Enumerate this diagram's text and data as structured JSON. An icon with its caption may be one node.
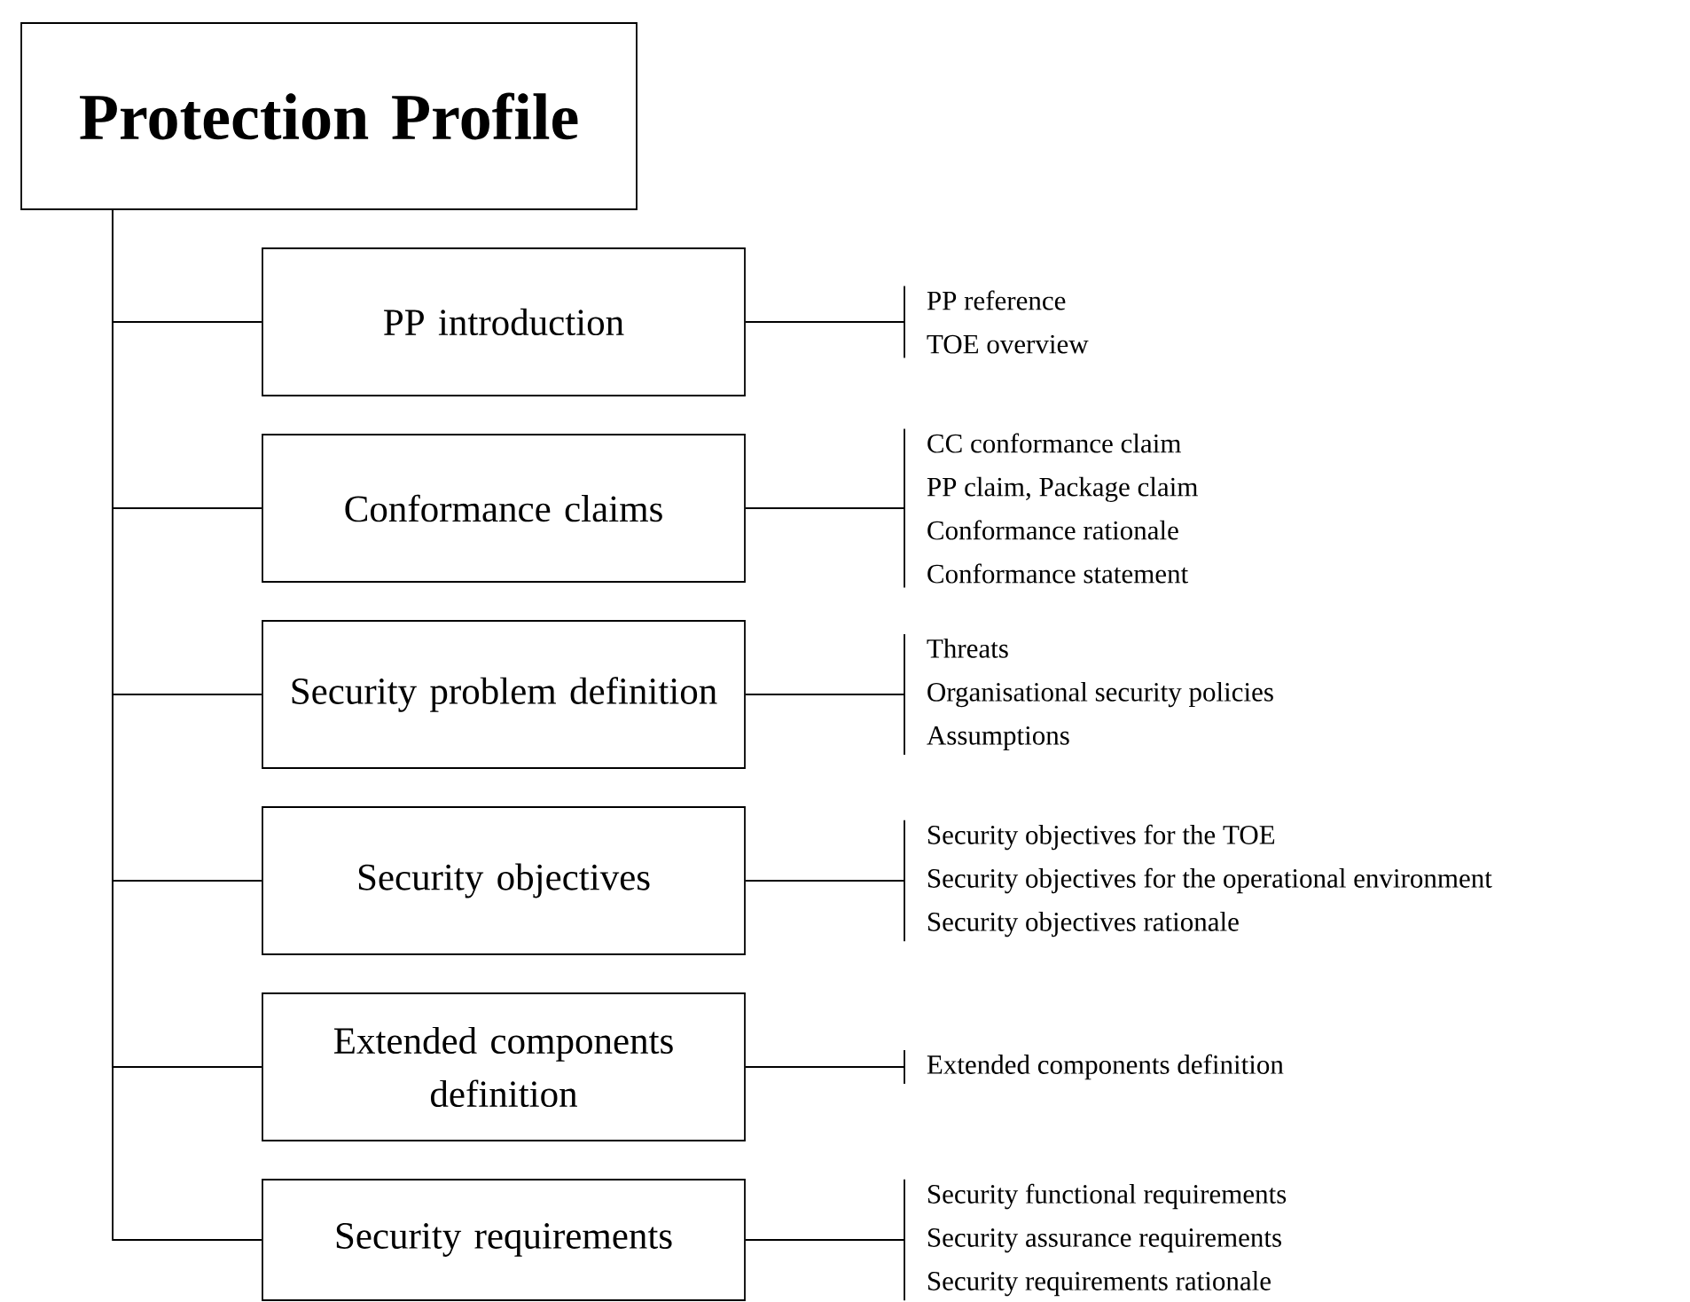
{
  "diagram": {
    "nodes": [
      {
        "text": [
          "Protection Profile"
        ]
      },
      {
        "text": [
          "PP introduction"
        ]
      },
      {
        "text": [
          "Conformance claims"
        ]
      },
      {
        "text": [
          "Security problem definition"
        ]
      },
      {
        "text": [
          "Security objectives"
        ]
      },
      {
        "text": [
          "Extended components definition"
        ]
      },
      {
        "text": [
          "Security requirements"
        ]
      },
      {
        "text": [
          "PP reference",
          "TOE overview"
        ]
      },
      {
        "text": [
          "CC conformance claim",
          "PP claim, Package claim",
          "Conformance rationale",
          "Conformance statement"
        ]
      },
      {
        "text": [
          "Threats",
          "Organisational security policies",
          "Assumptions"
        ]
      },
      {
        "text": [
          "Security objectives for the TOE",
          "Security objectives for the operational environment",
          "Security objectives rationale"
        ]
      },
      {
        "text": [
          "Extended components definition"
        ]
      },
      {
        "text": [
          "Security functional requirements",
          "Security assurance requirements",
          "Security requirements rationale"
        ]
      }
    ],
    "edges": [
      {
        "from": 0,
        "to": 1,
        "arrow": "none"
      },
      {
        "from": 0,
        "to": 2,
        "arrow": "none"
      },
      {
        "from": 0,
        "to": 3,
        "arrow": "none"
      },
      {
        "from": 0,
        "to": 4,
        "arrow": "none"
      },
      {
        "from": 0,
        "to": 5,
        "arrow": "none"
      },
      {
        "from": 0,
        "to": 6,
        "arrow": "none"
      },
      {
        "from": 1,
        "to": 7,
        "arrow": "none"
      },
      {
        "from": 2,
        "to": 8,
        "arrow": "none"
      },
      {
        "from": 3,
        "to": 9,
        "arrow": "none"
      },
      {
        "from": 4,
        "to": 10,
        "arrow": "none"
      },
      {
        "from": 5,
        "to": 11,
        "arrow": "none"
      },
      {
        "from": 6,
        "to": 12,
        "arrow": "none"
      }
    ]
  }
}
